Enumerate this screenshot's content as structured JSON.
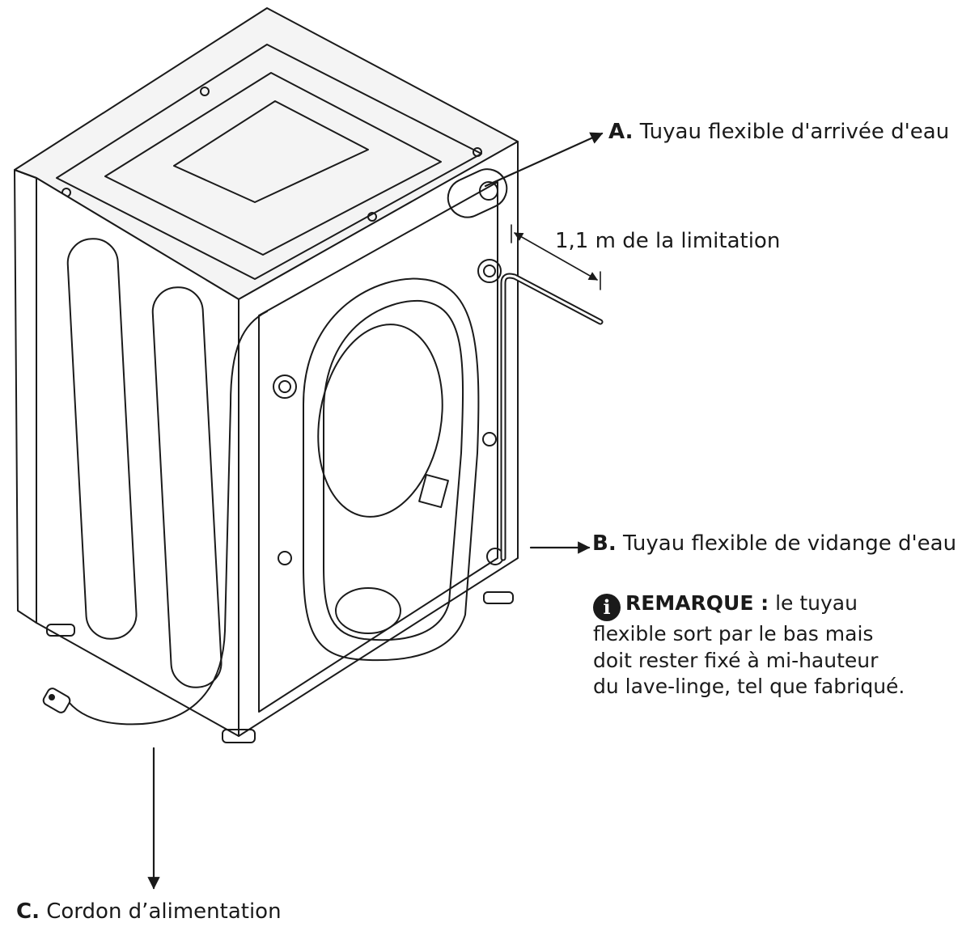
{
  "labels": {
    "a": {
      "letter": "A.",
      "text": " Tuyau flexible d'arrivée d'eau"
    },
    "limit": {
      "text": "1,1 m de la limitation"
    },
    "b": {
      "letter": "B.",
      "text": " Tuyau flexible de vidange d'eau"
    },
    "c": {
      "letter": "C.",
      "text": " Cordon d’alimentation"
    }
  },
  "note": {
    "icon": "info-icon",
    "heading": "REMARQUE :",
    "line1": " le tuyau",
    "line2": "flexible sort par le bas mais",
    "line3": "doit rester fixé à mi-hauteur",
    "line4": "du lave-linge, tel que fabriqué."
  }
}
